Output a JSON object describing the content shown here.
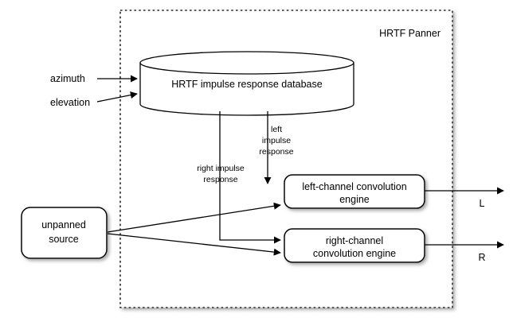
{
  "diagram": {
    "title": "HRTF Panner",
    "container": {
      "name": "HRTF Panner",
      "border_style": "dotted",
      "border_color": "#333333",
      "fill": "#ffffff"
    },
    "nodes": {
      "database": {
        "label": "HRTF impulse response database",
        "shape": "cylinder"
      },
      "source": {
        "label_line1": "unpanned",
        "label_line2": "source",
        "shape": "rounded-rect"
      },
      "left_engine": {
        "label_line1": "left-channel convolution",
        "label_line2": "engine",
        "shape": "rounded-rect"
      },
      "right_engine": {
        "label_line1": "right-channel",
        "label_line2": "convolution engine",
        "shape": "rounded-rect"
      }
    },
    "inputs": [
      {
        "label": "azimuth"
      },
      {
        "label": "elevation"
      }
    ],
    "outputs": [
      {
        "label": "L"
      },
      {
        "label": "R"
      }
    ],
    "edge_labels": {
      "left_impulse": [
        "left",
        "impulse",
        "response"
      ],
      "right_impulse": [
        "right impulse",
        "response"
      ]
    },
    "colors": {
      "stroke": "#000000",
      "background": "#ffffff",
      "dashed_border": "#2b2b2b",
      "shadow": "#b8b8b8"
    }
  }
}
